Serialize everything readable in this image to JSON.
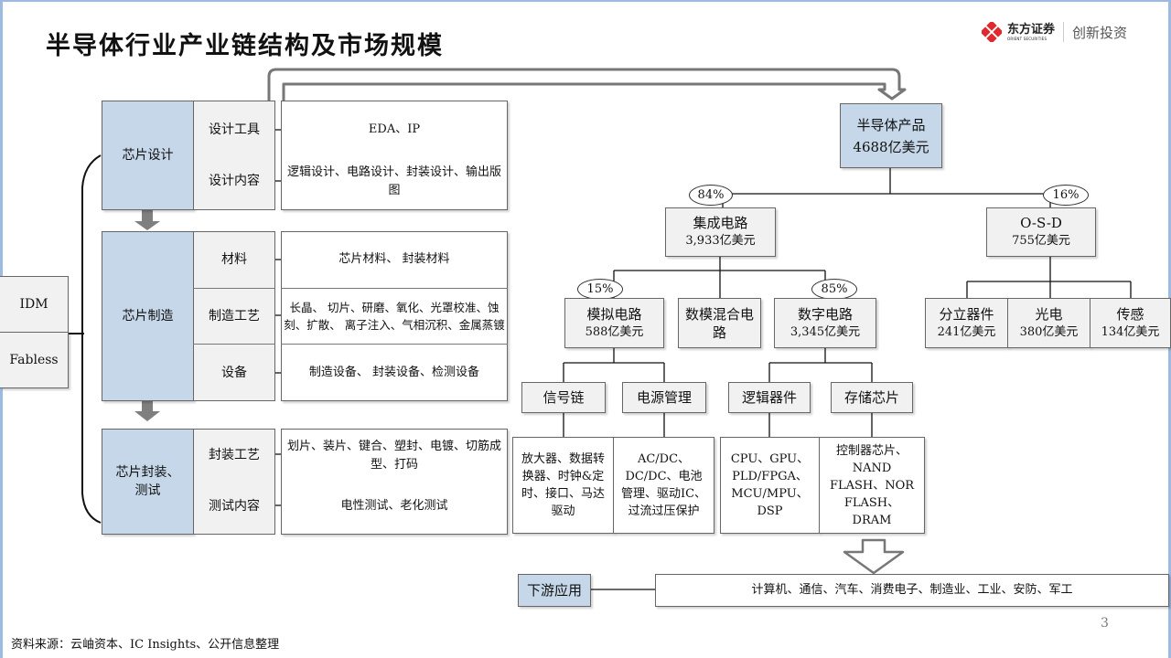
{
  "title": "半导体行业产业链结构及市场规模",
  "logo": {
    "name_cn": "东方证券",
    "name_en": "ORIENT SECURITIES",
    "slogan": "创新投资",
    "brand_color": "#e0282e"
  },
  "colors": {
    "stage_blue": "#c5d7e8",
    "label_gray": "#f1f1f1",
    "frame_blue": "#9dbbe0"
  },
  "business_models": [
    "IDM",
    "Fabless"
  ],
  "stages": [
    {
      "name": "芯片设计",
      "rows": [
        {
          "label": "设计工具",
          "content": "EDA、IP"
        },
        {
          "label": "设计内容",
          "content": "逻辑设计、电路设计、封装设计、输出版图"
        }
      ]
    },
    {
      "name": "芯片制造",
      "rows": [
        {
          "label": "材料",
          "content": "芯片材料、 封装材料"
        },
        {
          "label": "制造工艺",
          "content": "长晶、 切片、研磨、氧化、光罩校准、蚀刻、扩散、 离子注入、气相沉积、金属蒸镀"
        },
        {
          "label": "设备",
          "content": "制造设备、 封装设备、检测设备"
        }
      ]
    },
    {
      "name": "芯片封装、测试",
      "rows": [
        {
          "label": "封装工艺",
          "content": "划片、装片、键合、塑封、电镀、切筋成型、打码"
        },
        {
          "label": "测试内容",
          "content": "电性测试、老化测试"
        }
      ]
    }
  ],
  "products": {
    "root": {
      "name": "半导体产品",
      "value": "4688亿美元"
    },
    "ic": {
      "name": "集成电路",
      "value": "3,933亿美元",
      "share": "84%"
    },
    "osd": {
      "name": "O-S-D",
      "value": "755亿美元",
      "share": "16%"
    },
    "analog": {
      "name": "模拟电路",
      "value": "588亿美元",
      "share": "15%"
    },
    "mixed": {
      "name": "数模混合电路"
    },
    "digital": {
      "name": "数字电路",
      "value": "3,345亿美元",
      "share": "85%"
    },
    "osd_children": [
      {
        "name": "分立器件",
        "value": "241亿美元"
      },
      {
        "name": "光电",
        "value": "380亿美元"
      },
      {
        "name": "传感",
        "value": "134亿美元"
      }
    ],
    "analog_children": [
      {
        "name": "信号链",
        "items": "放大器、数据转换器、时钟&定时、接口、马达驱动"
      },
      {
        "name": "电源管理",
        "items": "AC/DC、DC/DC、电池管理、驱动IC、过流过压保护"
      }
    ],
    "digital_children": [
      {
        "name": "逻辑器件",
        "items": "CPU、GPU、PLD/FPGA、MCU/MPU、DSP"
      },
      {
        "name": "存储芯片",
        "items": "控制器芯片、NAND FLASH、NOR FLASH、DRAM"
      }
    ]
  },
  "downstream": {
    "label": "下游应用",
    "content": "计算机、通信、汽车、消费电子、制造业、工业、安防、军工"
  },
  "source": "资料来源：云岫资本、IC Insights、公开信息整理",
  "page_number": "3"
}
